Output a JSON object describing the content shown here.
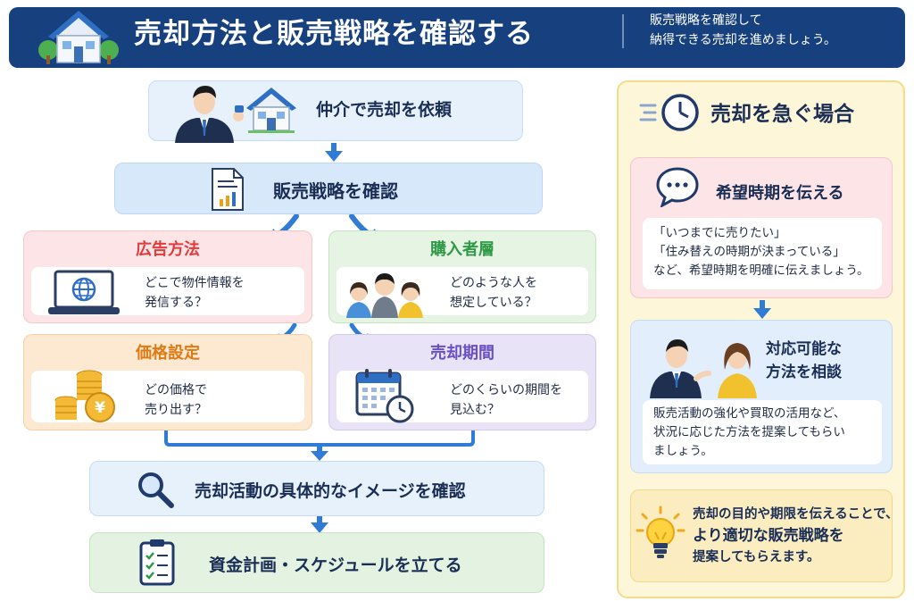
{
  "header": {
    "title": "売却方法と販売戦略を確認する",
    "subtitle_line1": "販売戦略を確認して",
    "subtitle_line2": "納得できる売却を進めましょう。"
  },
  "flow": {
    "step1": "仲介で売却を依頼",
    "step2": "販売戦略を確認",
    "cards": {
      "ad": {
        "title": "広告方法",
        "line1": "どこで物件情報を",
        "line2": "発信する？"
      },
      "buyer": {
        "title": "購入者層",
        "line1": "どのような人を",
        "line2": "想定している？"
      },
      "price": {
        "title": "価格設定",
        "line1": "どの価格で",
        "line2": "売り出す？"
      },
      "period": {
        "title": "売却期間",
        "line1": "どのくらいの期間を",
        "line2": "見込む？"
      }
    },
    "step3": "売却活動の具体的なイメージを確認",
    "step4": "資金計画・スケジュールを立てる"
  },
  "side": {
    "title": "売却を急ぐ場合",
    "wish": {
      "title": "希望時期を伝える",
      "line1": "「いつまでに売りたい」",
      "line2": "「住み替えの時期が決まっている」",
      "line3": "など、希望時期を明確に伝えましょう。"
    },
    "consult": {
      "title_line1": "対応可能な",
      "title_line2": "方法を相談",
      "line1": "販売活動の強化や買取の活用など、",
      "line2": "状況に応じた方法を提案してもらい",
      "line3": "ましょう。"
    },
    "tip": {
      "line1": "売却の目的や期限を伝えることで、",
      "line2": "より適切な販売戦略を",
      "line3": "提案してもらえます。"
    }
  },
  "colors": {
    "header_bg": "#17407e",
    "flow_arrow": "#2f7bd6",
    "ad": "#e23b3b",
    "buyer": "#2f9a45",
    "price": "#e07a12",
    "period": "#6a4fc2"
  }
}
